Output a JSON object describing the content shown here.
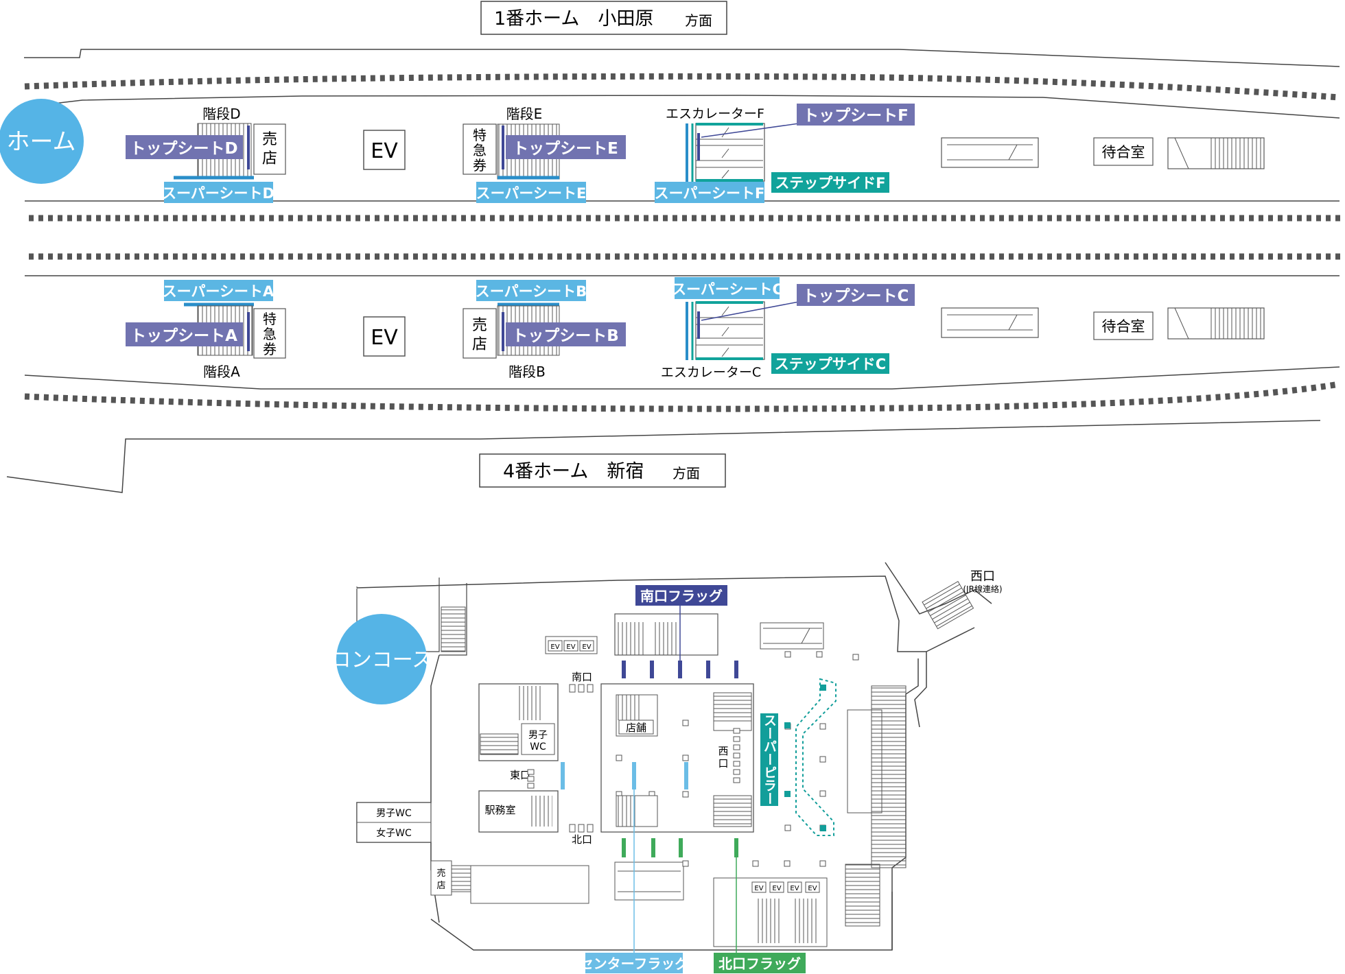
{
  "platform": {
    "top_direction": "1番ホーム　小田原",
    "top_direction_suffix": "方面",
    "bottom_direction": "4番ホーム　新宿",
    "bottom_direction_suffix": "方面",
    "circle_label": "ホーム",
    "ev_label": "EV",
    "waiting_room": "待合室",
    "stairs": {
      "A": "階段A",
      "B": "階段B",
      "D": "階段D",
      "E": "階段E"
    },
    "escalators": {
      "C": "エスカレーターC",
      "F": "エスカレーターF"
    },
    "shop": [
      "売",
      "店"
    ],
    "express_ticket": [
      "特",
      "急",
      "券"
    ],
    "ads": {
      "top_sheet_A": "トップシートA",
      "top_sheet_B": "トップシートB",
      "top_sheet_C": "トップシートC",
      "top_sheet_D": "トップシートD",
      "top_sheet_E": "トップシートE",
      "top_sheet_F": "トップシートF",
      "super_sheet_A": "スーパーシートA",
      "super_sheet_B": "スーパーシートB",
      "super_sheet_C": "スーパーシートC",
      "super_sheet_D": "スーパーシートD",
      "super_sheet_E": "スーパーシートE",
      "super_sheet_F": "スーパーシートF",
      "step_side_C": "ステップサイドC",
      "step_side_F": "ステップサイドF"
    }
  },
  "concourse": {
    "circle_label": "コンコース",
    "west_exit": "西口",
    "west_exit_note": "(JR線連絡)",
    "south_exit": "南口",
    "north_exit": "北口",
    "east_exit": "東口",
    "west_gate": "西口",
    "shop_store": "店舗",
    "station_office": "駅務室",
    "mens_wc_inner": [
      "男子",
      "WC"
    ],
    "mens_wc": "男子WC",
    "womens_wc": "女子WC",
    "kiosk": [
      "売",
      "店"
    ],
    "ev": "EV",
    "ads": {
      "south_flag": "南口フラッグ",
      "center_flag": "センターフラッグ",
      "north_flag": "北口フラッグ",
      "super_pillar": "スーパーピラー"
    }
  },
  "colors": {
    "top_sheet": "#7173b0",
    "super_sheet": "#5bb6e3",
    "step_side": "#11a39b",
    "south_flag": "#3f4896",
    "center_flag": "#6bbde6",
    "north_flag": "#3faa5a",
    "super_pillar": "#129e9a",
    "circle": "#55b4e6"
  }
}
